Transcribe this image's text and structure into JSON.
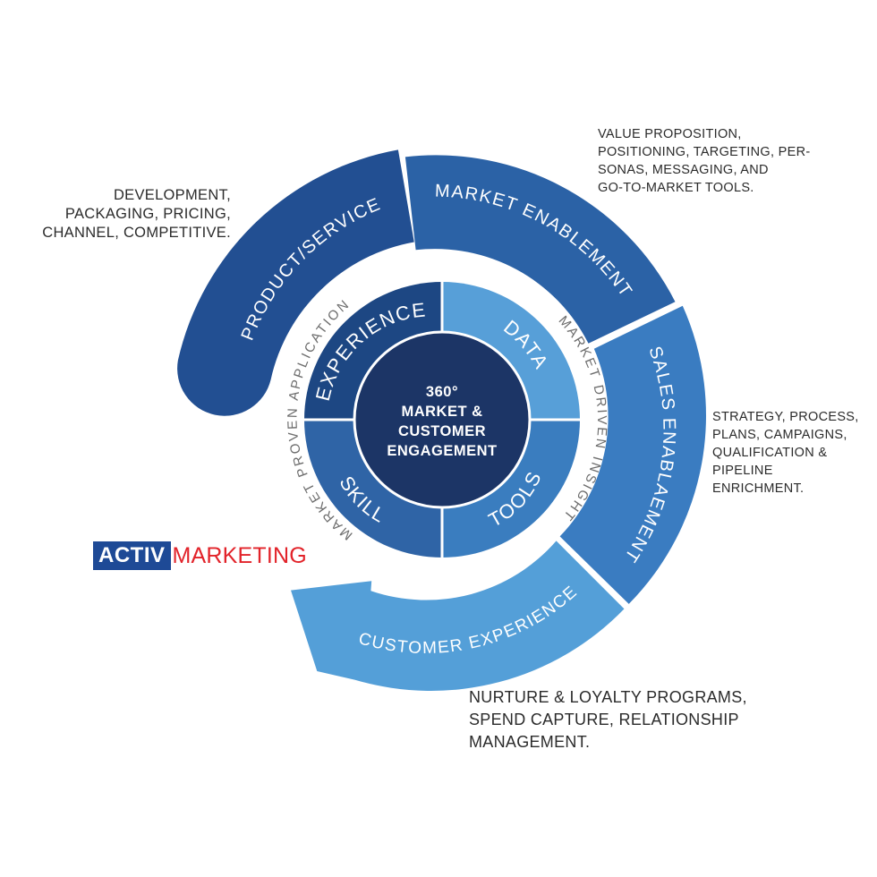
{
  "colors": {
    "product_service": "#224f92",
    "market_enablement": "#2b62a6",
    "sales_enablement": "#3a7cc1",
    "customer_experience": "#549fd8",
    "experience": "#1d4783",
    "data": "#579fd8",
    "skill": "#2f64a6",
    "tools": "#3a7dbf",
    "center": "#1c3566",
    "ring_text": "#6d6d6d",
    "body_text": "#2b2b2b",
    "logo_blue": "#1e4a96",
    "logo_red": "#e2232a"
  },
  "outer_segments": {
    "product_service": "PRODUCT/SERVICE",
    "market_enablement": "MARKET ENABLEMENT",
    "sales_enablement": "SALES ENABLAEMENT",
    "customer_experience": "CUSTOMER EXPERIENCE"
  },
  "ring_labels": {
    "left": "MARKET PROVEN APPLICATION",
    "right": "MARKET DRIVEN INSIGHT"
  },
  "quadrants": {
    "experience": "EXPERIENCE",
    "data": "DATA",
    "skill": "SKILL",
    "tools": "TOOLS"
  },
  "center": {
    "line1": "360°",
    "line2": "MARKET &",
    "line3": "CUSTOMER",
    "line4": "ENGAGEMENT"
  },
  "notes": {
    "product_service": "DEVELOPMENT,\nPACKAGING, PRICING,\nCHANNEL, COMPETITIVE.",
    "market_enablement": "VALUE PROPOSITION,\nPOSITIONING, TARGETING, PER-\nSONAS, MESSAGING, AND\nGO-TO-MARKET TOOLS.",
    "sales_enablement": "STRATEGY, PROCESS,\nPLANS, CAMPAIGNS,\nQUALIFICATION &\nPIPELINE\nENRICHMENT.",
    "customer_experience": "NURTURE & LOYALTY PROGRAMS,\nSPEND CAPTURE, RELATIONSHIP\nMANAGEMENT."
  },
  "logo": {
    "box": "ACTIV",
    "word": "MARKETING"
  }
}
